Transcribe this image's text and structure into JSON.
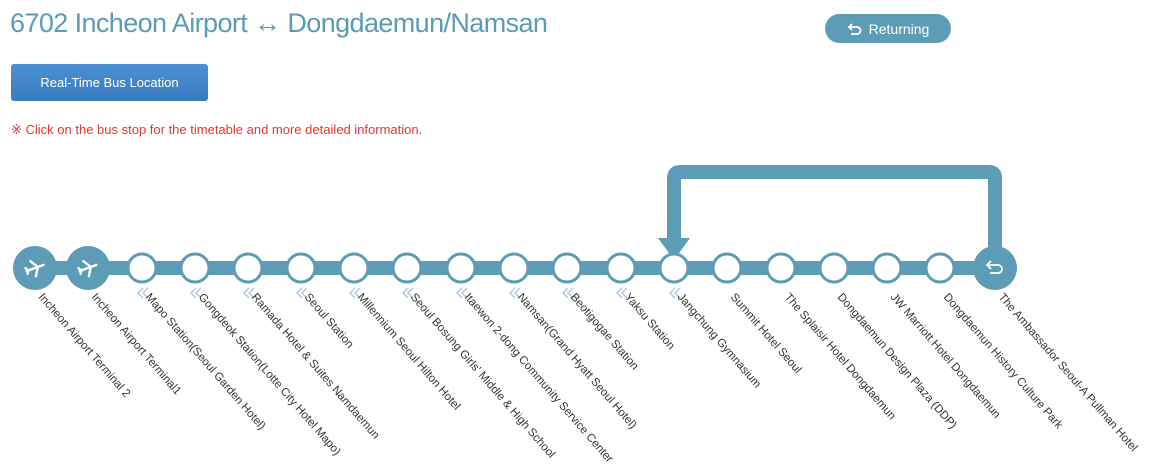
{
  "page": {
    "title": "6702 Incheon Airport ↔ Dongdaemun/Namsan",
    "returning_button": "Returning",
    "realtime_button": "Real-Time Bus Location",
    "notice": "※ Click on the bus stop for the timetable and more detailed information."
  },
  "colors": {
    "route": "#5d9cb6",
    "stop_fill": "#ffffff",
    "arrow": "#b9cde6",
    "notice": "#e03a2f",
    "button_blue": "#3f85c8"
  },
  "stops": [
    {
      "label": "Incheon Airport Terminal 2",
      "icon": "airplane-icon"
    },
    {
      "label": "Incheon Airport Terminal1",
      "icon": "airplane-icon"
    },
    {
      "label": "Mapo Station(Seoul Garden Hotel)",
      "icon": ""
    },
    {
      "label": "Gongdeok Station(Lotte City Hotel Mapo)",
      "icon": ""
    },
    {
      "label": "Ramada Hotel & Suites Namdaemun",
      "icon": ""
    },
    {
      "label": "Seoul Station",
      "icon": ""
    },
    {
      "label": "Millennium Seoul Hilton Hotel",
      "icon": ""
    },
    {
      "label": "Seoul Bosung Girls' Middle & High School",
      "icon": ""
    },
    {
      "label": "Itaewon 2-dong Community Service Center",
      "icon": ""
    },
    {
      "label": "Namsan(Grand Hyatt Seoul Hotel)",
      "icon": ""
    },
    {
      "label": "Beotigogae Station",
      "icon": ""
    },
    {
      "label": "Yaksu Station",
      "icon": ""
    },
    {
      "label": "Jangchung Gymnasium",
      "icon": ""
    },
    {
      "label": "Summit Hotel Seoul",
      "icon": ""
    },
    {
      "label": "The Splaisir Hotel Dongdaemun",
      "icon": ""
    },
    {
      "label": "Dongdaemun Design Plaza (DDP)",
      "icon": ""
    },
    {
      "label": "JW Marriott Hotel Dongdaemun",
      "icon": ""
    },
    {
      "label": "Dongdaemun History Culture Park",
      "icon": ""
    },
    {
      "label": "The Ambassador Seoul-A Pullman Hotel",
      "icon": "return-icon"
    }
  ]
}
